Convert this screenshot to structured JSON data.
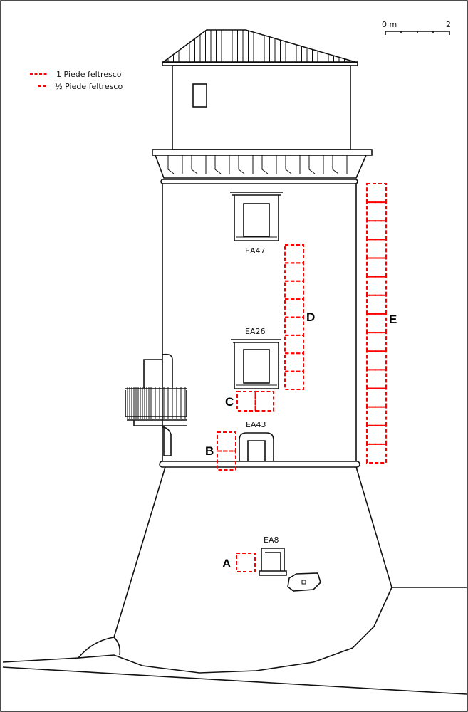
{
  "title": "Tower elevation with measurement grids",
  "scale_bar": {
    "start_label": "0 m",
    "end_label": "2"
  },
  "legend": [
    {
      "label": "1 Piede feltresco",
      "color": "#ff0000"
    },
    {
      "label": "½ Piede feltresco",
      "color": "#ff0000"
    }
  ],
  "elements": {
    "ea47": "EA47",
    "ea26": "EA26",
    "ea43": "EA43",
    "ea8": "EA8"
  },
  "grids": {
    "a": "A",
    "b": "B",
    "c": "C",
    "d": "D",
    "e": "E"
  },
  "grid_cells": {
    "a": 1,
    "b": 2,
    "c": 2,
    "d": 8,
    "e": 15
  }
}
